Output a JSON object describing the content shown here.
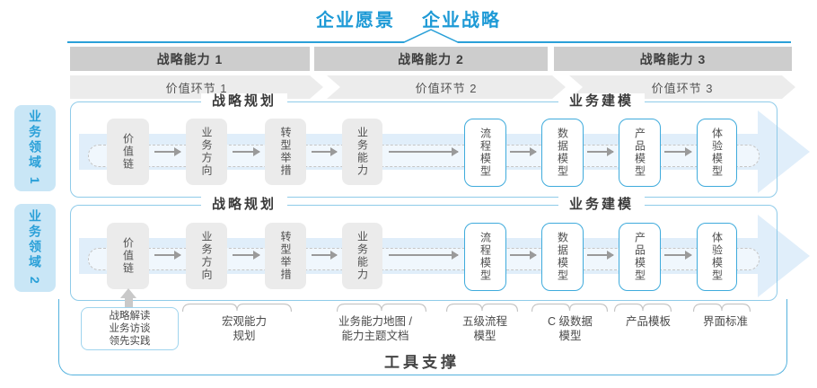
{
  "title": {
    "vision": "企业愿景",
    "strategy": "企业战略"
  },
  "capability_band": {
    "items": [
      "战略能力 1",
      "战略能力 2",
      "战略能力 3"
    ]
  },
  "value_band": {
    "items": [
      "价值环节 1",
      "价值环节 2",
      "价值环节 3"
    ]
  },
  "domains": {
    "items": [
      "业务领域 1",
      "业务领域 2"
    ]
  },
  "rows": {
    "planning_header": "战略规划",
    "modeling_header": "业务建模",
    "boxes": [
      "价值链",
      "业务方向",
      "转型举措",
      "业务能力",
      "流程模型",
      "数据模型",
      "产品模型",
      "体验模型"
    ]
  },
  "annotations": {
    "practice_box": "战略解读\n业务访谈\n领先实践",
    "labels": [
      "宏观能力\n规划",
      "业务能力地图 /\n能力主题文档",
      "五级流程\n模型",
      "C 级数据\n模型",
      "产品模板",
      "界面标准"
    ]
  },
  "footer": {
    "tool_support": "工具支撑"
  },
  "colors": {
    "accent_blue": "#1e9ad6",
    "light_blue_fill": "#e0eefa",
    "domain_fill": "#c9e6f6",
    "band_gray": "#cdcdcd",
    "band_light_gray": "#ececec",
    "box_gray": "#ebebeb",
    "blue_box_border": "#3fabdc",
    "panel_border": "#8fcbe9"
  }
}
